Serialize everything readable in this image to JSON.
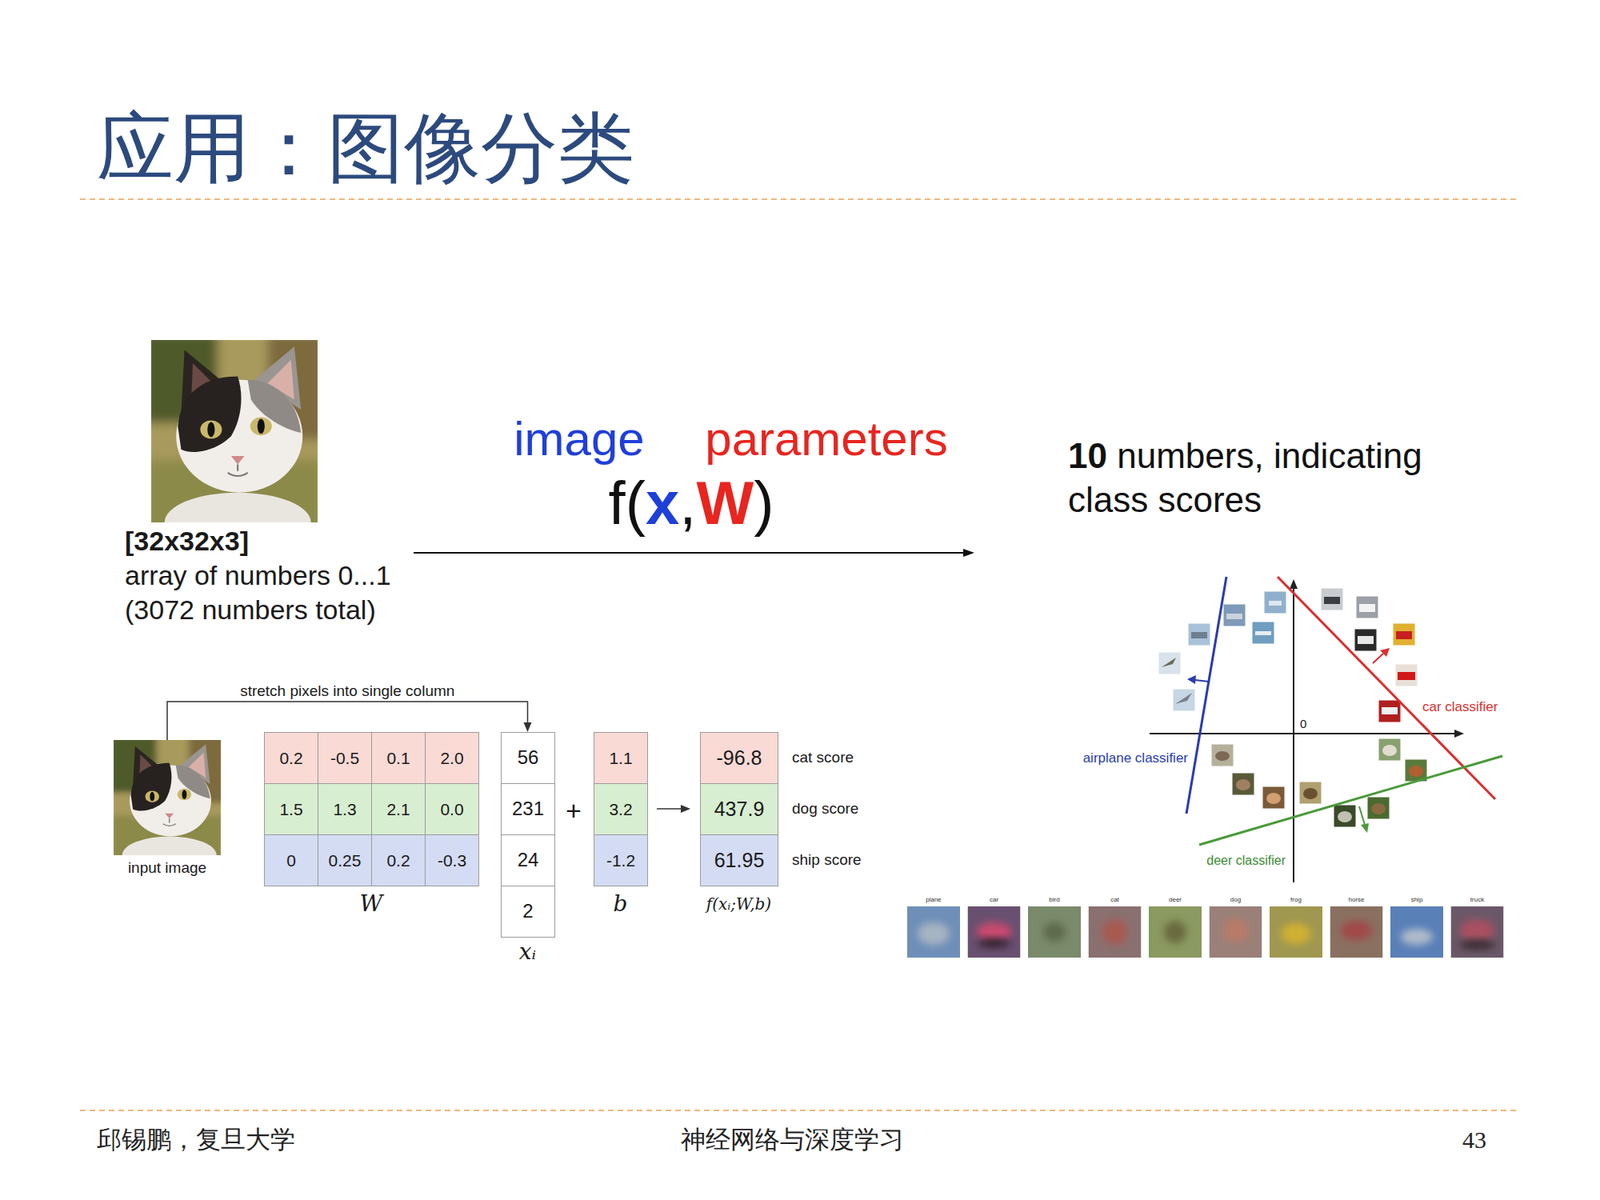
{
  "diagram": {
    "title": "应用：图像分类",
    "nodes": [
      {
        "text": [
          "[32x32x3]",
          "array of numbers 0...1 (3072 numbers total)"
        ]
      },
      {
        "text": [
          "input image"
        ]
      },
      {
        "text": [
          "W"
        ]
      },
      {
        "text": [
          "0.2"
        ],
        "in": 2
      },
      {
        "text": [
          "-0.5"
        ],
        "in": 2
      },
      {
        "text": [
          "0.1"
        ],
        "in": 2
      },
      {
        "text": [
          "2.0"
        ],
        "in": 2
      },
      {
        "text": [
          "1.5"
        ],
        "in": 2
      },
      {
        "text": [
          "1.3"
        ],
        "in": 2
      },
      {
        "text": [
          "2.1"
        ],
        "in": 2
      },
      {
        "text": [
          "0.0"
        ],
        "in": 2
      },
      {
        "text": [
          "0"
        ],
        "in": 2
      },
      {
        "text": [
          "0.25"
        ],
        "in": 2
      },
      {
        "text": [
          "0.2"
        ],
        "in": 2
      },
      {
        "text": [
          "-0.3"
        ],
        "in": 2
      },
      {
        "text": [
          "xᵢ"
        ]
      },
      {
        "text": [
          "56"
        ],
        "in": 15
      },
      {
        "text": [
          "231"
        ],
        "in": 15
      },
      {
        "text": [
          "24"
        ],
        "in": 15
      },
      {
        "text": [
          "2"
        ],
        "in": 15
      },
      {
        "text": [
          "b"
        ]
      },
      {
        "text": [
          "1.1"
        ],
        "in": 20
      },
      {
        "text": [
          "3.2"
        ],
        "in": 20
      },
      {
        "text": [
          "-1.2"
        ],
        "in": 20
      },
      {
        "text": [
          "f(xᵢ;W,b)"
        ]
      },
      {
        "text": [
          "-96.8"
        ],
        "in": 24
      },
      {
        "text": [
          "437.9"
        ],
        "in": 24
      },
      {
        "text": [
          "61.95"
        ],
        "in": 24
      }
    ],
    "edges": [
      {
        "from": 1,
        "to": 15,
        "arrow": "to",
        "label": "stretch pixels into single column"
      },
      {
        "from": 20,
        "to": 24,
        "arrow": "to"
      }
    ],
    "labels": [
      "image",
      "parameters",
      "f(",
      "x",
      ",",
      "W",
      ")",
      "10",
      "numbers, indicating class scores",
      "+",
      "cat score",
      "dog score",
      "ship score",
      "0",
      "airplane classifier",
      "car classifier",
      "deer classifier",
      "plane",
      "car",
      "bird",
      "cat",
      "deer",
      "dog",
      "frog",
      "horse",
      "ship",
      "truck",
      "邱锡鹏，复旦大学",
      "神经网络与深度学习",
      "43"
    ]
  }
}
